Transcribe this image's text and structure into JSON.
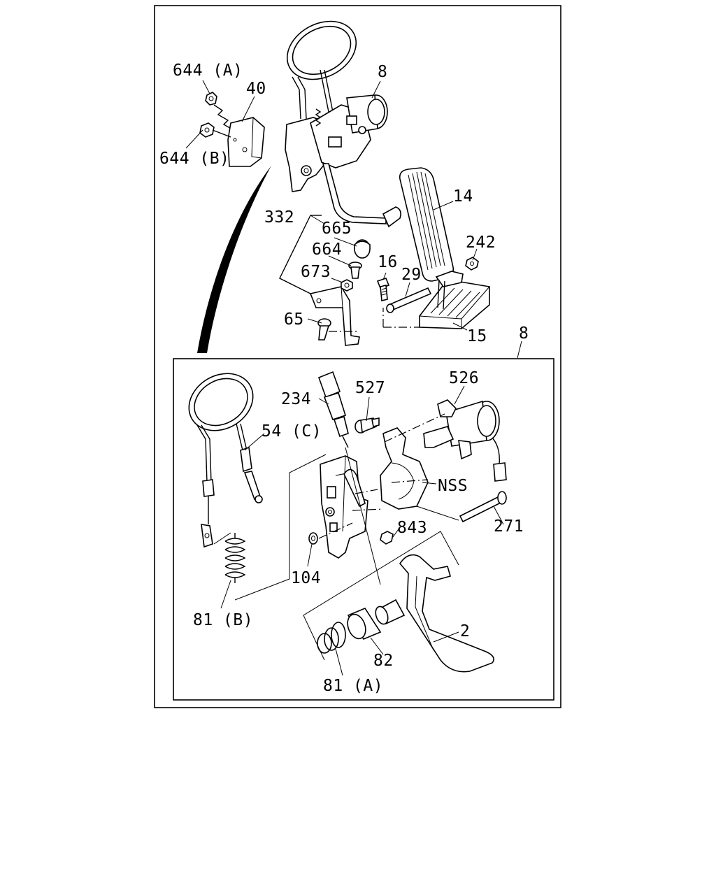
{
  "labels": {
    "l644a": "644 (A)",
    "l40": "40",
    "l8_top": "8",
    "l644b": "644 (B)",
    "l14": "14",
    "l332": "332",
    "l665": "665",
    "l664": "664",
    "l242": "242",
    "l673": "673",
    "l16": "16",
    "l29": "29",
    "l65": "65",
    "l15": "15",
    "l8_box": "8",
    "l527": "527",
    "l526": "526",
    "l234": "234",
    "l54c": "54 (C)",
    "lnss": "NSS",
    "l843": "843",
    "l271": "271",
    "l104": "104",
    "l81b": "81 (B)",
    "l2": "2",
    "l82": "82",
    "l81a": "81 (A)"
  }
}
